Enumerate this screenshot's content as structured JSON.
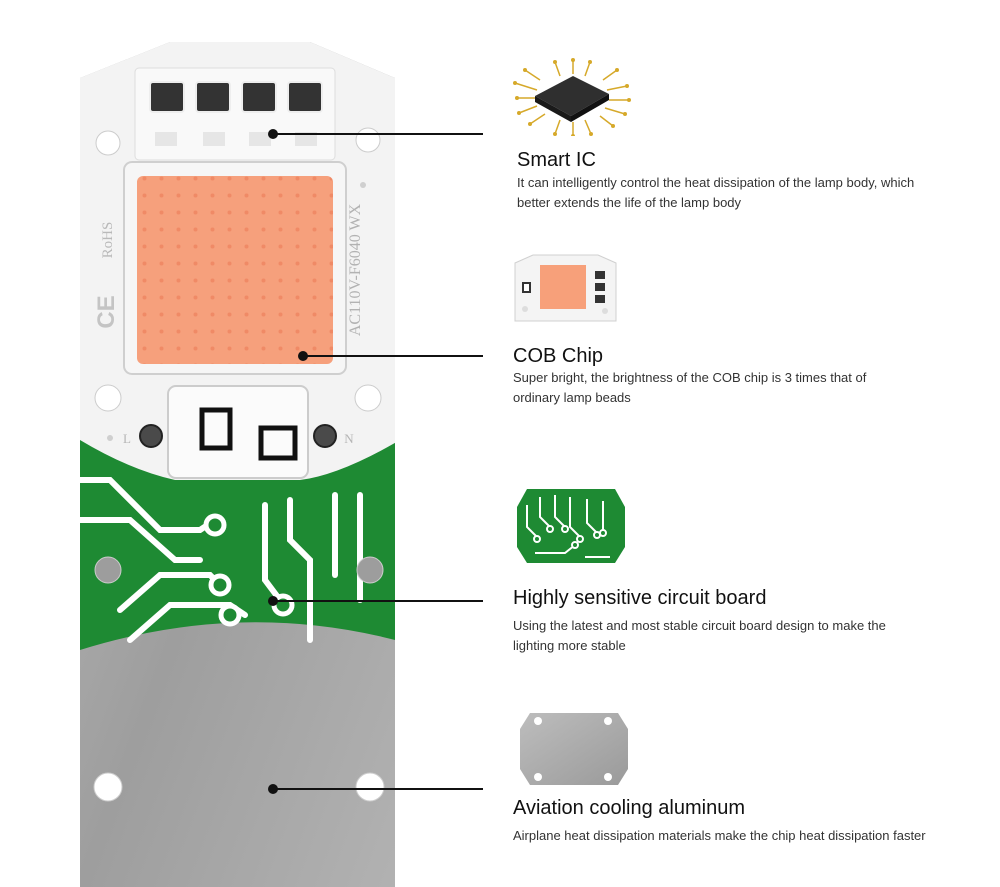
{
  "board": {
    "markings": {
      "model": "AC110V-F6040 WX",
      "rohs": "RoHS",
      "ce": "CE",
      "left_terminal": "L",
      "right_terminal": "N"
    },
    "colors": {
      "pcb_white": "#f4f4f4",
      "pcb_green": "#1e8a33",
      "aluminum": "#a9a9a9",
      "cob_led": "#f7a07a"
    }
  },
  "features": [
    {
      "title": "Smart IC",
      "description": "It can intelligently control the heat dissipation of the lamp body, which better extends the life of the lamp body",
      "icon": "ic-chip-icon"
    },
    {
      "title": "COB Chip",
      "description": "Super bright, the brightness of the COB chip is 3 times that of ordinary lamp beads",
      "icon": "cob-module-icon"
    },
    {
      "title": "Highly sensitive circuit board",
      "description": "Using the latest and most stable circuit board design to make the lighting more stable",
      "icon": "circuit-board-icon"
    },
    {
      "title": "Aviation cooling aluminum",
      "description": "Airplane heat dissipation materials make the chip heat dissipation faster",
      "icon": "aluminum-plate-icon"
    }
  ]
}
